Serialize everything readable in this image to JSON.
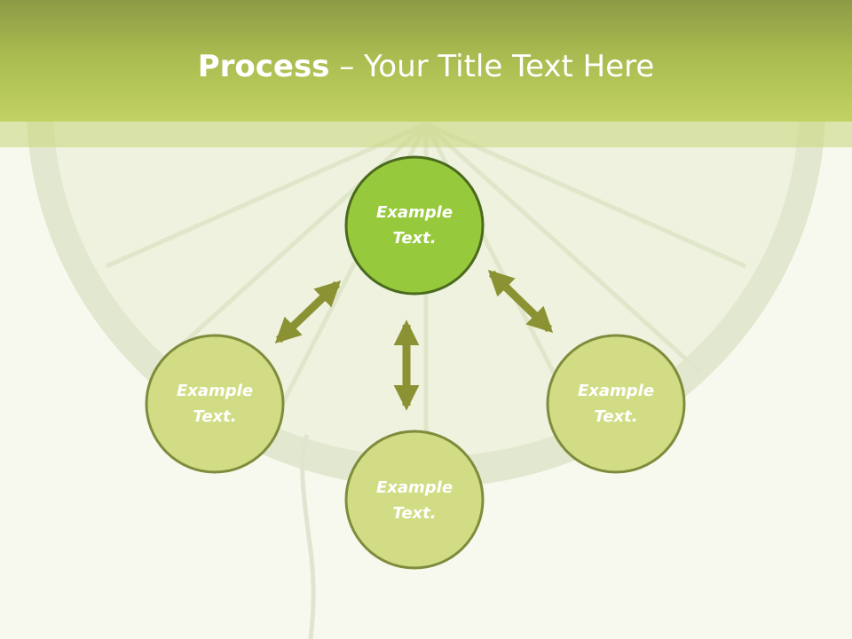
{
  "slide": {
    "title_bold": "Process",
    "title_rest": " – Your Title Text Here"
  },
  "diagram": {
    "nodes": [
      {
        "id": "top",
        "line1": "Example",
        "line2": "Text.",
        "style": "primary"
      },
      {
        "id": "left",
        "line1": "Example",
        "line2": "Text.",
        "style": "secondary"
      },
      {
        "id": "bottom",
        "line1": "Example",
        "line2": "Text.",
        "style": "secondary"
      },
      {
        "id": "right",
        "line1": "Example",
        "line2": "Text.",
        "style": "secondary"
      }
    ],
    "connectors": [
      {
        "from": "top",
        "to": "left",
        "type": "double-arrow"
      },
      {
        "from": "top",
        "to": "bottom",
        "type": "double-arrow"
      },
      {
        "from": "top",
        "to": "right",
        "type": "double-arrow"
      }
    ],
    "colors": {
      "primary_fill": "#97c93d",
      "primary_stroke": "#4a6a1d",
      "secondary_fill": "#d2dc84",
      "secondary_stroke": "#7f8c3c",
      "arrow": "#8b9233",
      "header": "#a9bb50"
    }
  }
}
